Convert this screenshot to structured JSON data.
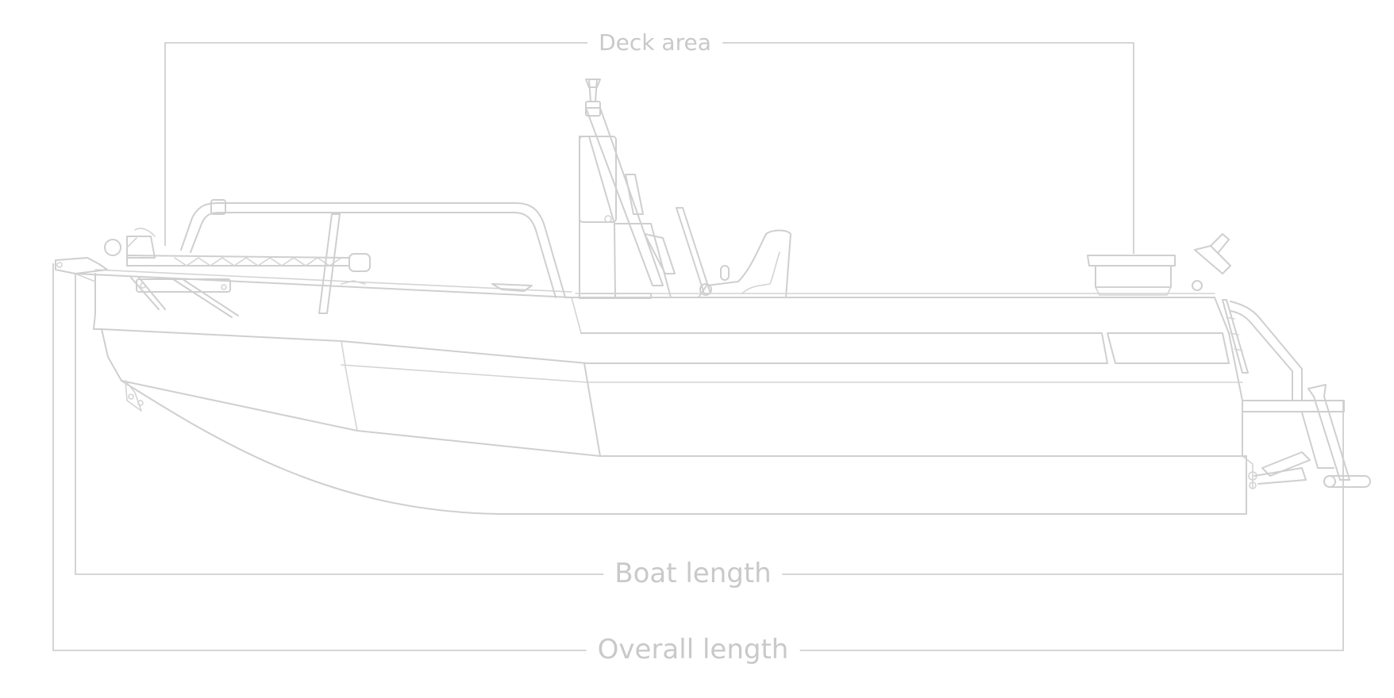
{
  "labels": {
    "deck_area": "Deck area",
    "boat_length": "Boat length",
    "overall_length": "Overall length"
  },
  "colors": {
    "line": "#cfcfcf",
    "text": "#c9c9c9",
    "background": "#ffffff"
  }
}
